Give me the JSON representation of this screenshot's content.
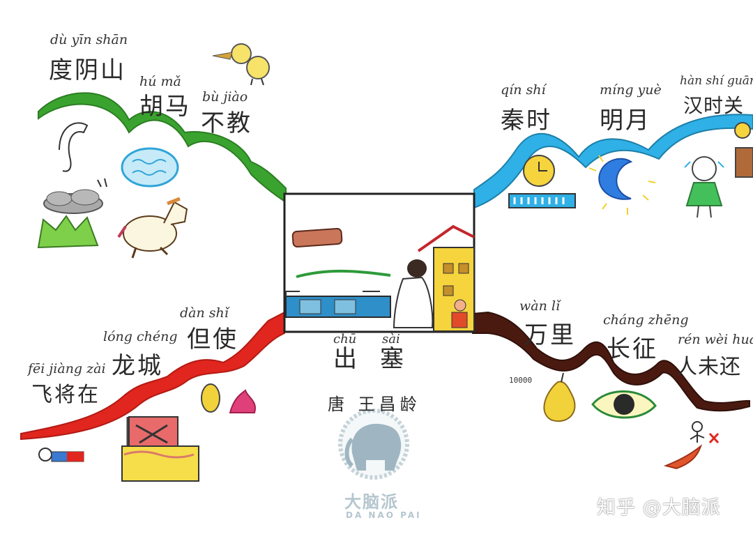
{
  "poem": {
    "title_pinyin": [
      "chū",
      "sài"
    ],
    "title_chars": [
      "出",
      "塞"
    ],
    "author": "唐 王昌龄"
  },
  "branches": [
    {
      "id": "top-left",
      "color": "#3aa32f",
      "items": [
        {
          "pinyin": "dù yīn shān",
          "text": "度阴山"
        },
        {
          "pinyin": "hú mǎ",
          "text": "胡马"
        },
        {
          "pinyin": "bù jiào",
          "text": "不教"
        }
      ]
    },
    {
      "id": "top-right",
      "color": "#2fb0e6",
      "items": [
        {
          "pinyin": "qín shí",
          "text": "秦时"
        },
        {
          "pinyin": "míng yuè",
          "text": "明月"
        },
        {
          "pinyin": "hàn shí guān",
          "text": "汉时关"
        }
      ]
    },
    {
      "id": "bottom-left",
      "color": "#e0261e",
      "items": [
        {
          "pinyin": "fēi jiàng zài",
          "text": "飞将在"
        },
        {
          "pinyin": "lóng chéng",
          "text": "龙城"
        },
        {
          "pinyin": "dàn shǐ",
          "text": "但使"
        }
      ]
    },
    {
      "id": "bottom-right",
      "color": "#4a1a10",
      "items": [
        {
          "pinyin": "wàn lǐ",
          "text": "万里"
        },
        {
          "pinyin": "cháng zhēng",
          "text": "长征"
        },
        {
          "pinyin": "rén wèi huán",
          "text": "人未还"
        }
      ]
    }
  ],
  "drawing_labels": {
    "ten_thousand": "10000"
  },
  "logo": {
    "cn": "大脑派",
    "en": "DA NAO PAI",
    "icon": "elephant-icon"
  },
  "watermark": "知乎 @大脑派"
}
